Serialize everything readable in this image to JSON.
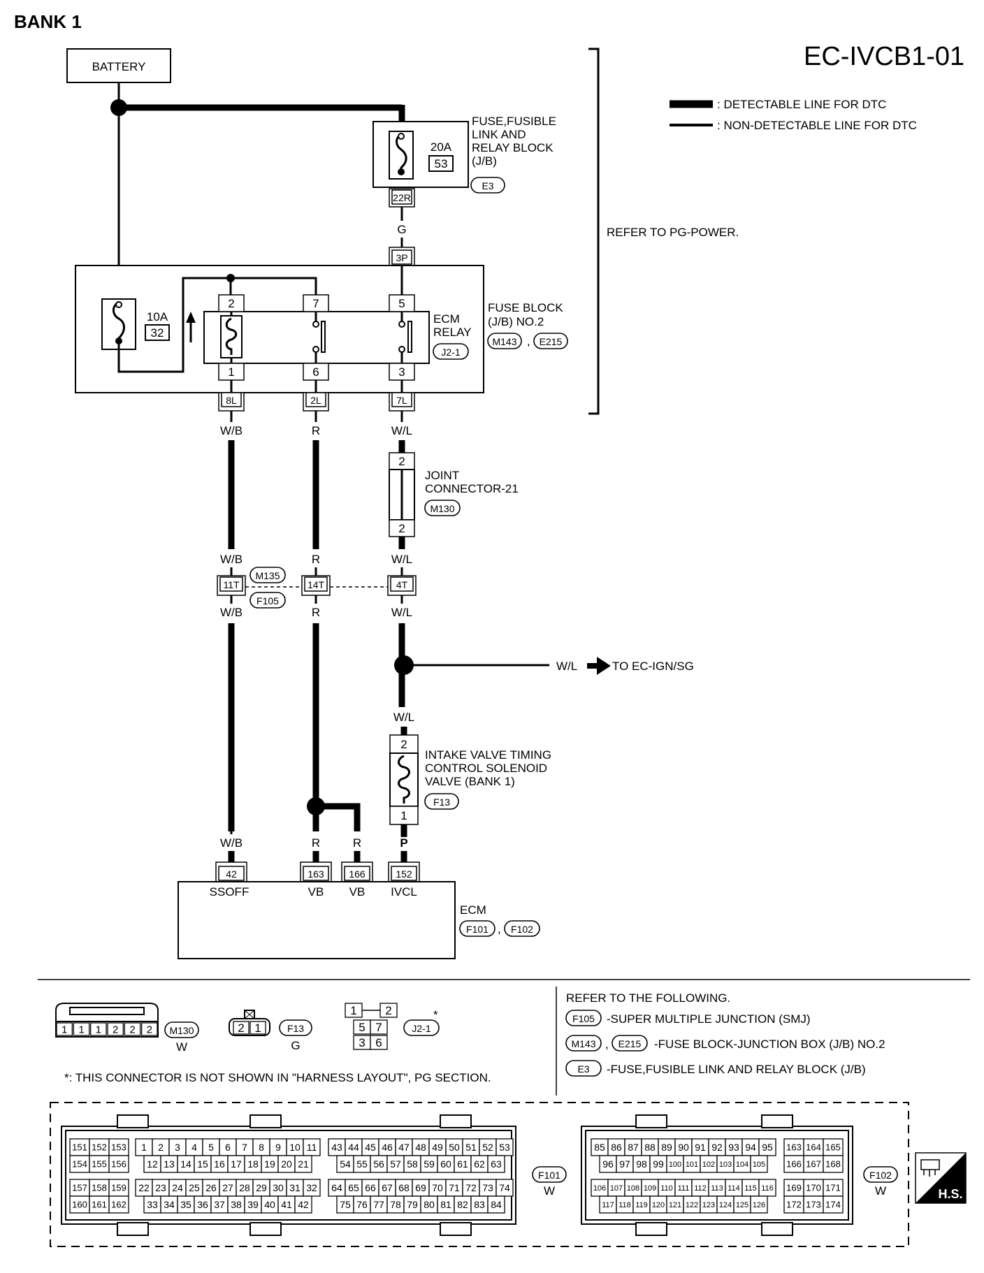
{
  "title": "BANK 1",
  "code": "EC-IVCB1-01",
  "legend": {
    "detectable": ": DETECTABLE LINE FOR DTC",
    "non_detectable": ": NON-DETECTABLE LINE FOR DTC"
  },
  "battery": "BATTERY",
  "refer_pg": "REFER TO PG-POWER.",
  "fuse_link_block": {
    "label_lines": [
      "FUSE,FUSIBLE",
      "LINK AND",
      "RELAY BLOCK",
      "(J/B)"
    ],
    "connector": "E3",
    "fuse_amp": "20A",
    "fuse_no": "53",
    "terminal": "22R"
  },
  "fuse_block2": {
    "label_lines": [
      "FUSE BLOCK",
      "(J/B) NO.2"
    ],
    "connectors": [
      "M143",
      "E215"
    ],
    "comma": ",",
    "fuse_amp": "10A",
    "fuse_no": "32",
    "term_in": "3P",
    "terms_out": [
      "8L",
      "2L",
      "7L"
    ]
  },
  "ecm_relay": {
    "label_lines": [
      "ECM",
      "RELAY"
    ],
    "connector": "J2-1",
    "pins_top": [
      "2",
      "7",
      "5"
    ],
    "pins_bottom": [
      "1",
      "6",
      "3"
    ]
  },
  "wires": {
    "g": "G",
    "wb": "W/B",
    "r": "R",
    "wl": "W/L",
    "p": "P"
  },
  "joint_connector": {
    "label_lines": [
      "JOINT",
      "CONNECTOR-21"
    ],
    "connector": "M130",
    "pin_top": "2",
    "pin_bottom": "2"
  },
  "smj": {
    "connectors": [
      "M135",
      "F105"
    ],
    "terms": [
      "11T",
      "14T",
      "4T"
    ]
  },
  "to_ign": "TO EC-IGN/SG",
  "solenoid": {
    "label_lines": [
      "INTAKE VALVE TIMING",
      "CONTROL SOLENOID",
      "VALVE (BANK 1)"
    ],
    "connector": "F13",
    "pin_top": "2",
    "pin_bottom": "1"
  },
  "ecm": {
    "label": "ECM",
    "connectors": [
      "F101",
      "F102"
    ],
    "comma": ",",
    "terminals": [
      {
        "no": "42",
        "name": "SSOFF"
      },
      {
        "no": "163",
        "name": "VB"
      },
      {
        "no": "166",
        "name": "VB"
      },
      {
        "no": "152",
        "name": "IVCL"
      }
    ]
  },
  "connector_views": {
    "m130": {
      "pins": [
        "1",
        "1",
        "1",
        "2",
        "2",
        "2"
      ],
      "id": "M130",
      "color": "W"
    },
    "f13": {
      "pins": [
        "2",
        "1"
      ],
      "id": "F13",
      "color": "G"
    },
    "j21": {
      "pins": [
        "1",
        "2",
        "5",
        "7",
        "3",
        "6"
      ],
      "id": "J2-1",
      "star": "*"
    }
  },
  "footnote": "*: THIS CONNECTOR IS NOT SHOWN IN \"HARNESS LAYOUT\", PG SECTION.",
  "refer_following": {
    "heading": "REFER TO THE FOLLOWING.",
    "items": [
      {
        "connectors": [
          "F105"
        ],
        "text": "-SUPER MULTIPLE JUNCTION (SMJ)"
      },
      {
        "connectors": [
          "M143",
          "E215"
        ],
        "text": "-FUSE BLOCK-JUNCTION BOX (J/B) NO.2"
      },
      {
        "connectors": [
          "E3"
        ],
        "text": "-FUSE,FUSIBLE LINK AND RELAY BLOCK (J/B)"
      }
    ]
  },
  "f101": {
    "id": "F101",
    "color": "W",
    "rows": [
      [
        "151",
        "152",
        "153",
        "1",
        "2",
        "3",
        "4",
        "5",
        "6",
        "7",
        "8",
        "9",
        "10",
        "11",
        "43",
        "44",
        "45",
        "46",
        "47",
        "48",
        "49",
        "50",
        "51",
        "52",
        "53"
      ],
      [
        "154",
        "155",
        "156",
        "12",
        "13",
        "14",
        "15",
        "16",
        "17",
        "18",
        "19",
        "20",
        "21",
        "54",
        "55",
        "56",
        "57",
        "58",
        "59",
        "60",
        "61",
        "62",
        "63"
      ],
      [
        "157",
        "158",
        "159",
        "22",
        "23",
        "24",
        "25",
        "26",
        "27",
        "28",
        "29",
        "30",
        "31",
        "32",
        "64",
        "65",
        "66",
        "67",
        "68",
        "69",
        "70",
        "71",
        "72",
        "73",
        "74"
      ],
      [
        "160",
        "161",
        "162",
        "33",
        "34",
        "35",
        "36",
        "37",
        "38",
        "39",
        "40",
        "41",
        "42",
        "75",
        "76",
        "77",
        "78",
        "79",
        "80",
        "81",
        "82",
        "83",
        "84"
      ]
    ]
  },
  "f102": {
    "id": "F102",
    "color": "W",
    "rows": [
      [
        "85",
        "86",
        "87",
        "88",
        "89",
        "90",
        "91",
        "92",
        "93",
        "94",
        "95",
        "163",
        "164",
        "165"
      ],
      [
        "96",
        "97",
        "98",
        "99",
        "100",
        "101",
        "102",
        "103",
        "104",
        "105",
        "166",
        "167",
        "168"
      ],
      [
        "106",
        "107",
        "108",
        "109",
        "110",
        "111",
        "112",
        "113",
        "114",
        "115",
        "116",
        "169",
        "170",
        "171"
      ],
      [
        "117",
        "118",
        "119",
        "120",
        "121",
        "122",
        "123",
        "124",
        "125",
        "126",
        "172",
        "173",
        "174"
      ]
    ]
  },
  "hs": "H.S."
}
